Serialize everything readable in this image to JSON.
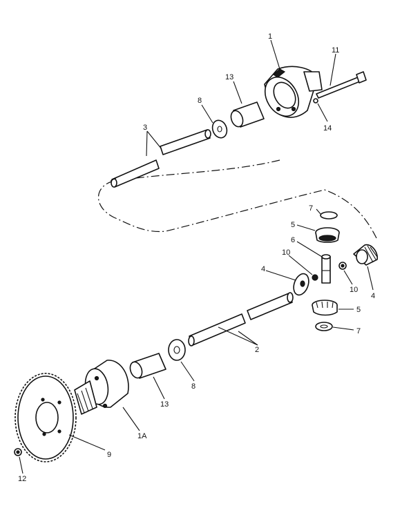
{
  "callouts": {
    "c1": "1",
    "c11": "11",
    "c13_top": "13",
    "c8_top": "8",
    "c3": "3",
    "c14_top": "14",
    "c7_top": "7",
    "c5_top": "5",
    "c6": "6",
    "c10_left": "10",
    "c4_left": "4",
    "c10_right": "10",
    "c4_right": "4",
    "c5_bottom": "5",
    "c7_bottom": "7",
    "c2": "2",
    "c8_bottom": "8",
    "c13_bottom": "13",
    "c14_bottom": "1A",
    "c9": "9",
    "c12": "12"
  }
}
